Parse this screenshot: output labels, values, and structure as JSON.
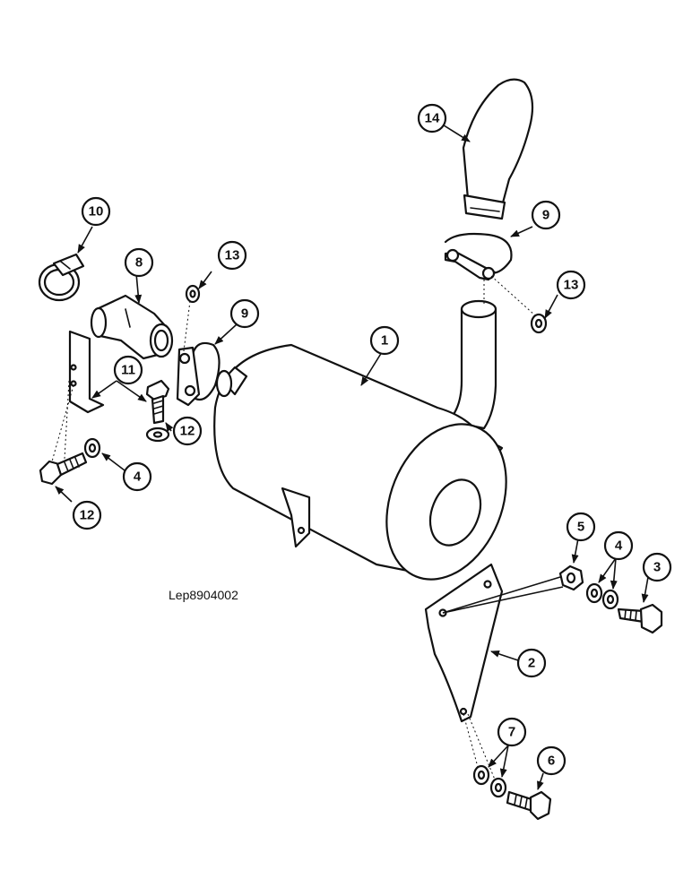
{
  "drawing_ref": "Lep8904002",
  "callouts": [
    "1",
    "2",
    "3",
    "4",
    "4",
    "5",
    "6",
    "7",
    "8",
    "9",
    "9",
    "10",
    "11",
    "12",
    "12",
    "13",
    "13",
    "14"
  ],
  "parts": [
    "muffler",
    "mounting-bracket-right",
    "bolt",
    "washer",
    "nut",
    "bolt-lower",
    "washer-pair-lower",
    "elbow-connector",
    "u-bolt-clamp",
    "hose-clamp",
    "bracket-left",
    "bolt-left",
    "washer-left",
    "exhaust-elbow-pipe"
  ]
}
